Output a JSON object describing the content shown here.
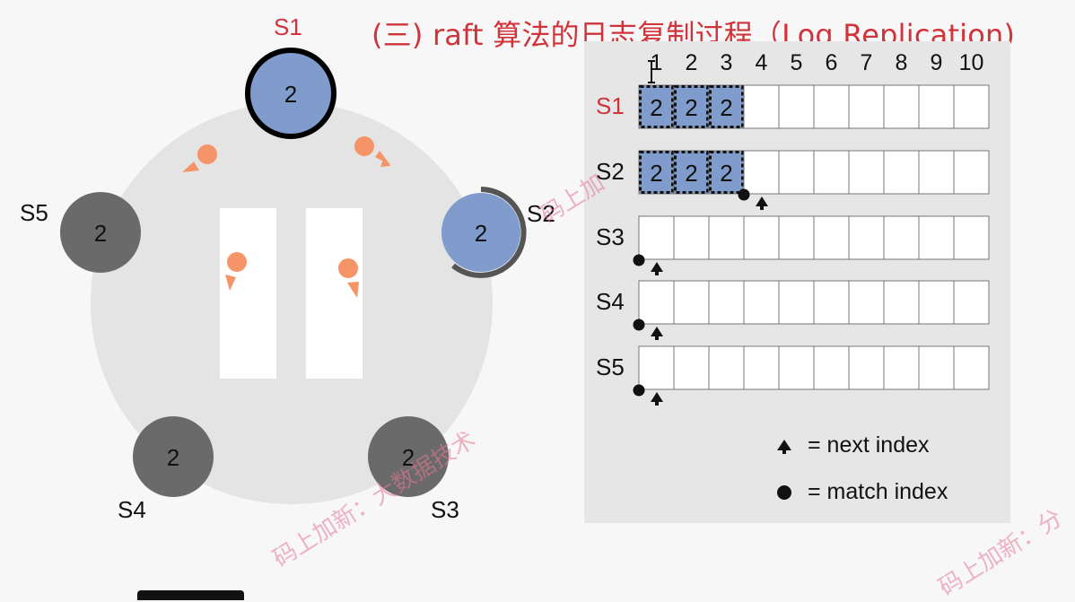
{
  "title": "(三) raft 算法的日志复制过程（Log Replication)",
  "colors": {
    "leader": "#7f9ccc",
    "follower": "#6a6a6a",
    "message": "#f59466",
    "title_red": "#d0343a",
    "panel_bg": "#e6e6e6"
  },
  "nodes": [
    {
      "id": "S1",
      "label": "S1",
      "term": "2",
      "role": "leader"
    },
    {
      "id": "S2",
      "label": "S2",
      "term": "2",
      "role": "candidate-style"
    },
    {
      "id": "S3",
      "label": "S3",
      "term": "2",
      "role": "follower"
    },
    {
      "id": "S4",
      "label": "S4",
      "term": "2",
      "role": "follower"
    },
    {
      "id": "S5",
      "label": "S5",
      "term": "2",
      "role": "follower"
    }
  ],
  "log_table": {
    "columns": [
      "1",
      "2",
      "3",
      "4",
      "5",
      "6",
      "7",
      "8",
      "9",
      "10"
    ],
    "rows": [
      {
        "label": "S1",
        "entries": [
          "2",
          "2",
          "2"
        ],
        "next_index": null,
        "match_index": null
      },
      {
        "label": "S2",
        "entries": [
          "2",
          "2",
          "2"
        ],
        "next_index": 4,
        "match_index": 3
      },
      {
        "label": "S3",
        "entries": [],
        "next_index": 1,
        "match_index": 0
      },
      {
        "label": "S4",
        "entries": [],
        "next_index": 1,
        "match_index": 0
      },
      {
        "label": "S5",
        "entries": [],
        "next_index": 1,
        "match_index": 0
      }
    ]
  },
  "legend": {
    "next": "= next index",
    "match": "= match index"
  },
  "watermarks": [
    "码上加",
    "码上加新：大数据技术",
    "码上加新：分"
  ]
}
